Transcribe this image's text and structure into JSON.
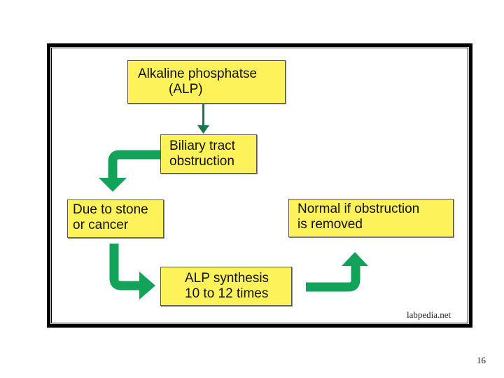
{
  "colors": {
    "box_fill": "#fdf25a",
    "arrow_green": "#11a35a",
    "frame_border": "#000000"
  },
  "boxes": {
    "alp": {
      "line1": "Alkaline phosphatse",
      "line2": "(ALP)"
    },
    "biliary": {
      "line1": "Biliary tract",
      "line2": "obstruction"
    },
    "cause": {
      "line1": "Due to stone",
      "line2": "or cancer"
    },
    "synthesis": {
      "line1": "ALP synthesis",
      "line2": "10 to 12 times"
    },
    "normal": {
      "line1": "Normal if obstruction",
      "line2": "is removed"
    }
  },
  "watermark": "labpedia.net",
  "page_number": "16"
}
